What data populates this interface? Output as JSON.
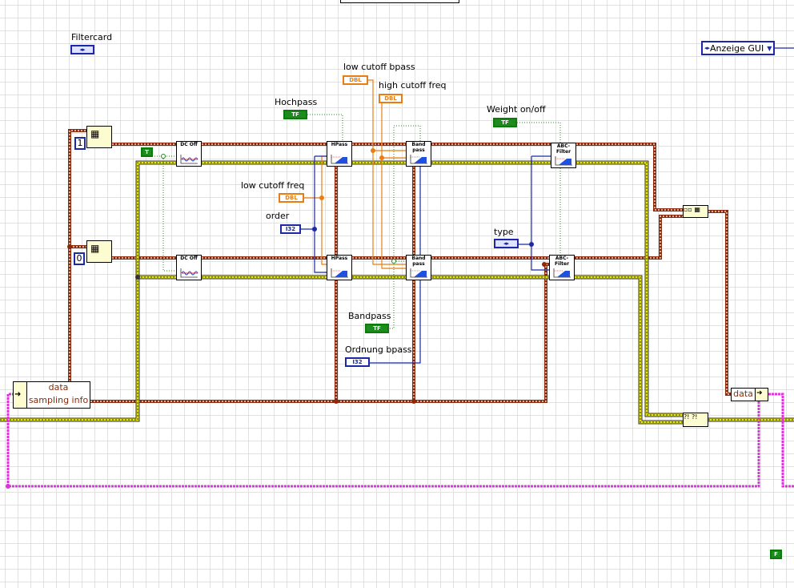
{
  "labels": {
    "filtercard": "Filtercard",
    "low_cutoff_bpass": "low cutoff bpass",
    "high_cutoff_freq": "high cutoff freq",
    "hochpass": "Hochpass",
    "weight": "Weight on/off",
    "low_cutoff_freq": "low cutoff freq",
    "order": "order",
    "type": "type",
    "bandpass": "Bandpass",
    "ordnung_bpass": "Ordnung bpass"
  },
  "constants": {
    "true": "T",
    "false": "F",
    "index1": "1",
    "index0": "0",
    "dbl": "DBL",
    "i32": "I32",
    "tf": "TF"
  },
  "anzeige": {
    "label": "Anzeige GUI",
    "icon": "enum-arrows-icon"
  },
  "nodes": {
    "dcoff": "DC Off",
    "hpass": "HPass",
    "bandpass": "Band pass",
    "abc": "ABC-Filter"
  },
  "unbundle": {
    "field1": "data",
    "field2": "sampling info"
  },
  "bundle": {
    "field1": "data"
  },
  "colors": {
    "dynamic_wire": "#8b2a0a",
    "error_wire": "#c8c800",
    "refnum_wire": "#e030e0",
    "boolean": "#1c8c1c",
    "dbl": "#e87e13",
    "i32": "#1b28a8"
  }
}
